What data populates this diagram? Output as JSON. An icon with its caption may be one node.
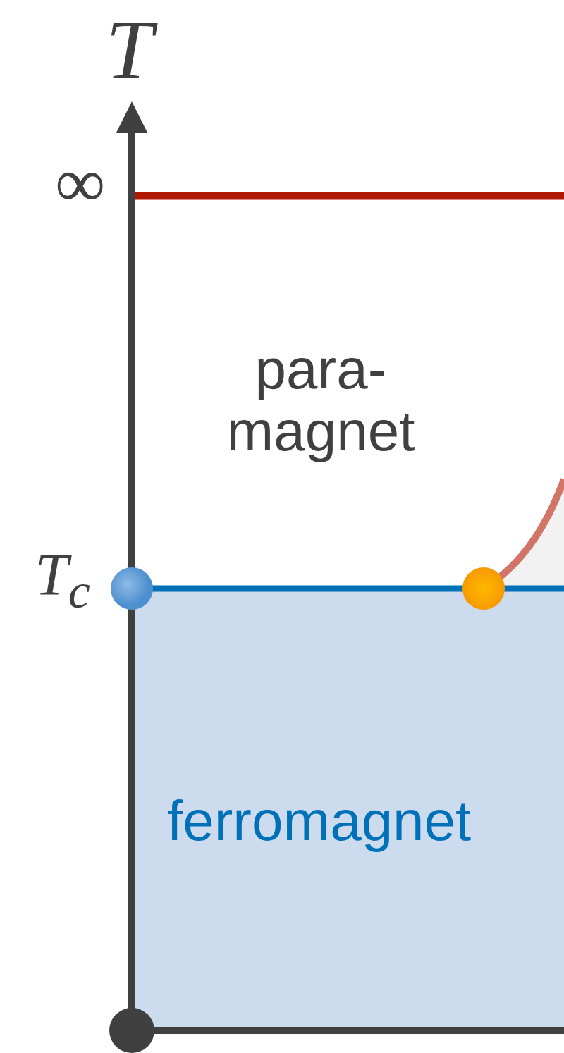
{
  "diagram": {
    "nodes": [
      {
        "text": [
          "ferromagnet"
        ]
      }
    ],
    "labels": [
      "T",
      "∞",
      "T$_{c}$",
      "para- magnet"
    ]
  }
}
